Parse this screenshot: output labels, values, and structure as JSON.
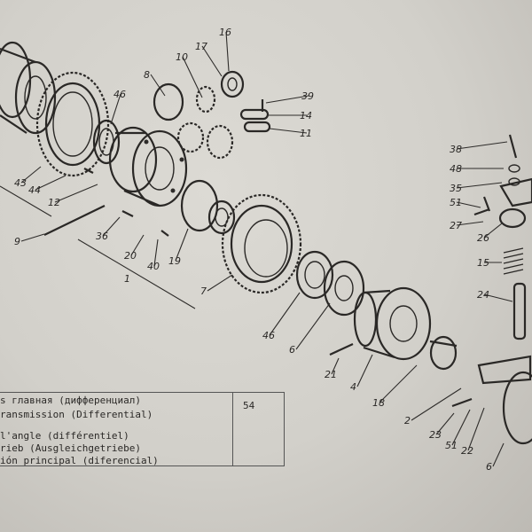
{
  "title_block": {
    "lines": [
      "s главная (дифференциал)",
      "ransmission (Differential)",
      "l'angle (différentiel)",
      "rieb (Ausgleichgetriebe)",
      "ión principal (diferencial)"
    ],
    "sheet_number": "54"
  },
  "callouts": [
    {
      "key": "16",
      "label": "16"
    },
    {
      "key": "17",
      "label": "17"
    },
    {
      "key": "10",
      "label": "10"
    },
    {
      "key": "8",
      "label": "8"
    },
    {
      "key": "39",
      "label": "39"
    },
    {
      "key": "14",
      "label": "14"
    },
    {
      "key": "11",
      "label": "11"
    },
    {
      "key": "46a",
      "label": "46"
    },
    {
      "key": "43",
      "label": "43"
    },
    {
      "key": "44",
      "label": "44"
    },
    {
      "key": "12",
      "label": "12"
    },
    {
      "key": "9",
      "label": "9"
    },
    {
      "key": "36",
      "label": "36"
    },
    {
      "key": "20",
      "label": "20"
    },
    {
      "key": "40",
      "label": "40"
    },
    {
      "key": "19",
      "label": "19"
    },
    {
      "key": "1",
      "label": "1"
    },
    {
      "key": "7",
      "label": "7"
    },
    {
      "key": "46b",
      "label": "46"
    },
    {
      "key": "6a",
      "label": "6"
    },
    {
      "key": "21",
      "label": "21"
    },
    {
      "key": "4",
      "label": "4"
    },
    {
      "key": "18",
      "label": "18"
    },
    {
      "key": "2",
      "label": "2"
    },
    {
      "key": "23",
      "label": "23"
    },
    {
      "key": "51a",
      "label": "51"
    },
    {
      "key": "22",
      "label": "22"
    },
    {
      "key": "6b",
      "label": "6"
    },
    {
      "key": "38",
      "label": "38"
    },
    {
      "key": "48",
      "label": "48"
    },
    {
      "key": "35",
      "label": "35"
    },
    {
      "key": "51b",
      "label": "51"
    },
    {
      "key": "27",
      "label": "27"
    },
    {
      "key": "26",
      "label": "26"
    },
    {
      "key": "15",
      "label": "15"
    },
    {
      "key": "24",
      "label": "24"
    }
  ]
}
